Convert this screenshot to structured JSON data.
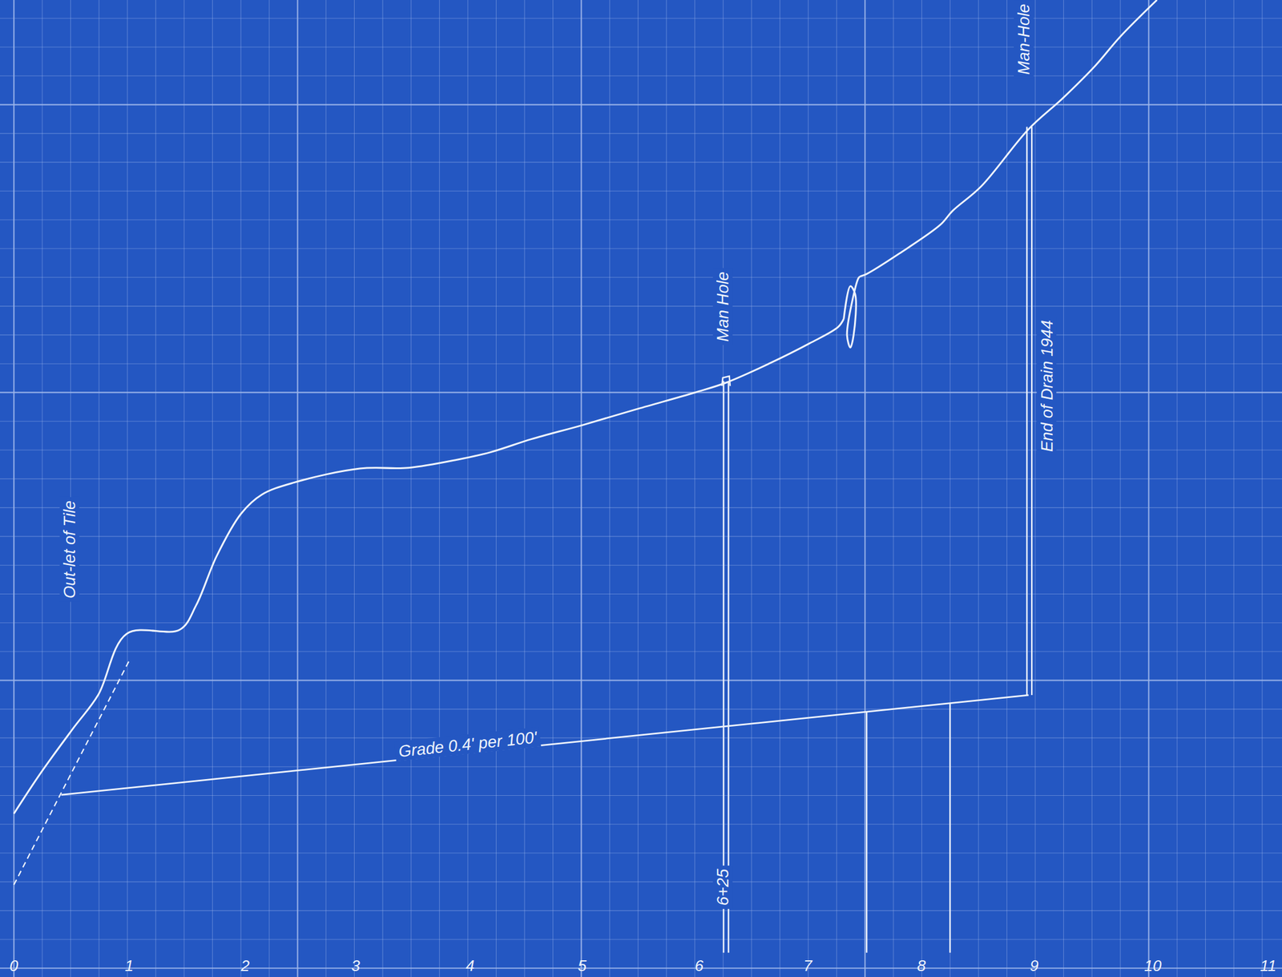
{
  "diagram": {
    "labels": [
      "Out-let of Tile",
      "Man Hole",
      "Grade 0.4' per 100'",
      "6+25",
      "End of Drain 1944",
      "Man-Hole",
      "0",
      "1",
      "2",
      "3",
      "4",
      "5",
      "6",
      "7",
      "8",
      "9",
      "10",
      "11"
    ]
  }
}
